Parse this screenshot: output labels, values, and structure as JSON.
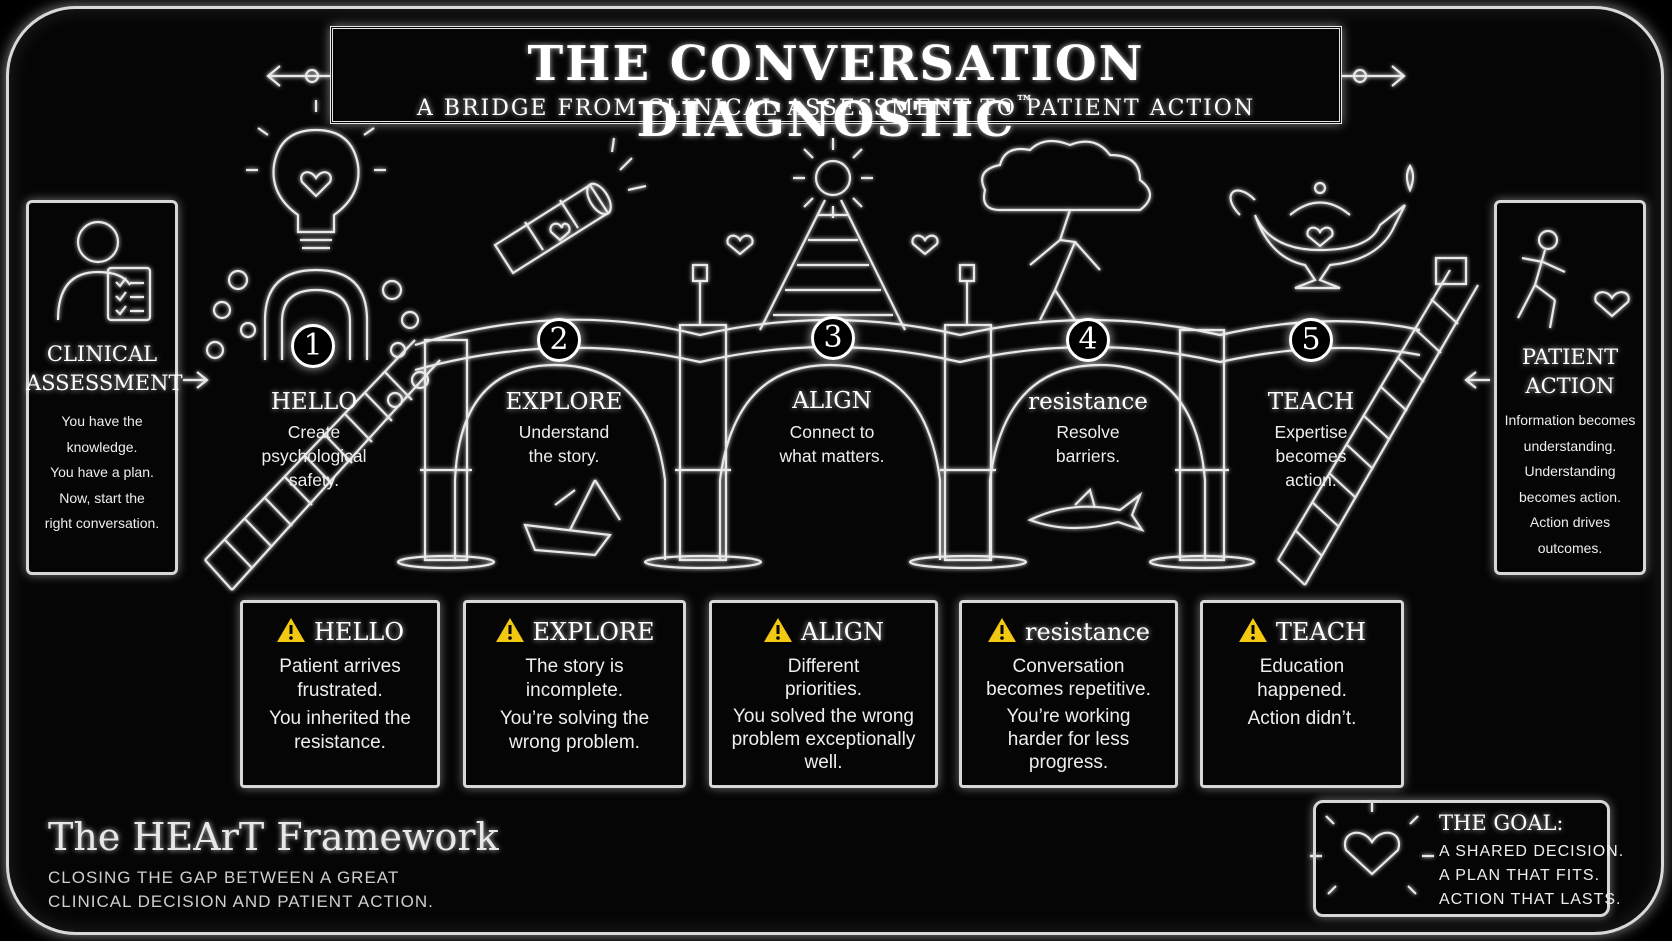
{
  "header": {
    "title": "THE CONVERSATION DIAGNOSTIC",
    "trademark": "™",
    "subtitle": "A BRIDGE FROM CLINICAL ASSESSMENT TO PATIENT ACTION"
  },
  "left_card": {
    "heading": [
      "CLINICAL",
      "ASSESSMENT"
    ],
    "lines": [
      "You have the knowledge.",
      "You have a plan.",
      "Now, start the",
      "right conversation."
    ],
    "icon": "clinician-clipboard-icon"
  },
  "right_card": {
    "heading": [
      "PATIENT",
      "ACTION"
    ],
    "lines": [
      "Information becomes",
      "understanding.",
      "Understanding",
      "becomes action.",
      "Action drives",
      "outcomes."
    ],
    "icon": "runner-heart-icon"
  },
  "stages": [
    {
      "number": "1",
      "label": "HELLO",
      "desc": [
        "Create",
        "psychological",
        "safety."
      ],
      "icon": "lightbulb-heart-icon"
    },
    {
      "number": "2",
      "label": "EXPLORE",
      "desc": [
        "Understand",
        "the story."
      ],
      "icon": "spyglass-icon"
    },
    {
      "number": "3",
      "label": "ALIGN",
      "desc": [
        "Connect to",
        "what matters."
      ],
      "icon": "sun-path-icon"
    },
    {
      "number": "4",
      "label": "resistance",
      "desc": [
        "Resolve",
        "barriers."
      ],
      "icon": "storm-cloud-icon"
    },
    {
      "number": "5",
      "label": "TEACH",
      "desc": [
        "Expertise",
        "becomes",
        "action."
      ],
      "icon": "genie-lamp-icon"
    }
  ],
  "warnings": [
    {
      "title": "HELLO",
      "paragraphs": [
        [
          "Patient arrives",
          "frustrated."
        ],
        [
          "You inherited the",
          "resistance."
        ]
      ]
    },
    {
      "title": "EXPLORE",
      "paragraphs": [
        [
          "The story is",
          "incomplete."
        ],
        [
          "You’re solving the",
          "wrong problem."
        ]
      ]
    },
    {
      "title": "ALIGN",
      "paragraphs": [
        [
          "Different",
          "priorities."
        ],
        [
          "You solved the wrong",
          "problem exceptionally",
          "well."
        ]
      ]
    },
    {
      "title": "resistance",
      "paragraphs": [
        [
          "Conversation",
          "becomes repetitive."
        ],
        [
          "You’re working",
          "harder for less",
          "progress."
        ]
      ]
    },
    {
      "title": "TEACH",
      "paragraphs": [
        [
          "Education",
          "happened."
        ],
        [
          "Action didn’t."
        ]
      ]
    }
  ],
  "footer": {
    "framework_title": "The HEArT Framework",
    "framework_sub": [
      "CLOSING THE GAP BETWEEN A GREAT",
      "CLINICAL DECISION AND PATIENT ACTION."
    ]
  },
  "goal": {
    "title": "THE GOAL:",
    "lines": [
      "A SHARED DECISION.",
      "A PLAN THAT FITS.",
      "ACTION THAT LASTS."
    ],
    "icon": "radiant-heart-icon"
  },
  "colors": {
    "background": "#000000",
    "glow": "#ffffff",
    "warning": "#f2c811"
  }
}
